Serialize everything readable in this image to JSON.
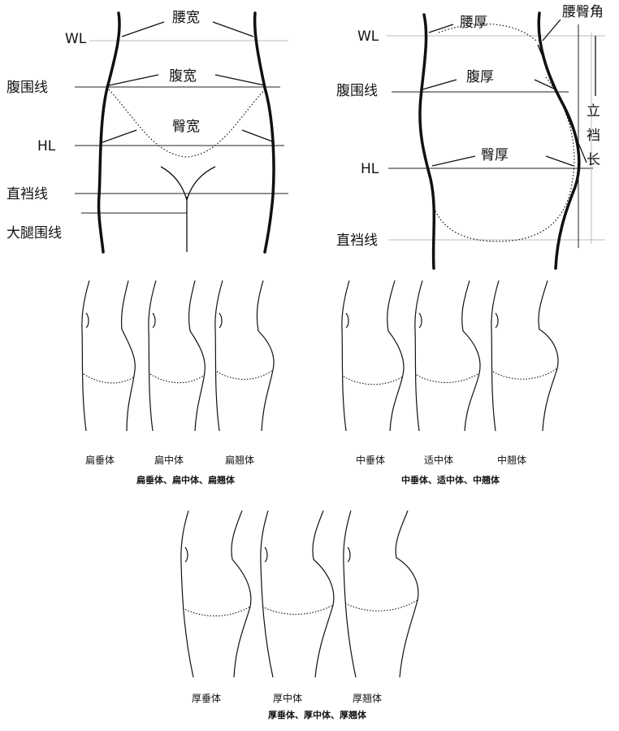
{
  "front_view": {
    "labels": {
      "wl": "WL",
      "waist_width": "腰宽",
      "abdomen_line": "腹围线",
      "abdomen_width": "腹宽",
      "hip_width": "臀宽",
      "hl": "HL",
      "crotch_line": "直裆线",
      "thigh_line": "大腿围线"
    }
  },
  "side_view": {
    "labels": {
      "wl": "WL",
      "waist_depth": "腰厚",
      "waist_hip_angle": "腰臀角",
      "abdomen_line": "腹围线",
      "abdomen_depth": "腹厚",
      "rise_chars": [
        "立",
        "裆",
        "长"
      ],
      "hl": "HL",
      "hip_depth": "臀厚",
      "crotch_line": "直裆线"
    }
  },
  "flat_group": {
    "types": [
      "扁垂体",
      "扁中体",
      "扁翘体"
    ],
    "caption": "扁垂体、扁中体、扁翘体"
  },
  "medium_group": {
    "types": [
      "中垂体",
      "适中体",
      "中翘体"
    ],
    "caption": "中垂体、适中体、中翘体"
  },
  "thick_group": {
    "types": [
      "厚垂体",
      "厚中体",
      "厚翘体"
    ],
    "caption": "厚垂体、厚中体、厚翘体"
  }
}
